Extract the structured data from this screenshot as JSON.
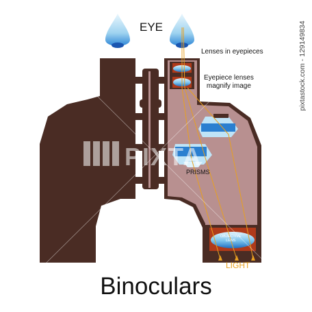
{
  "title": "Binoculars",
  "labels": {
    "eye": "EYE",
    "lenses_in_eyepieces": "Lenses in eyepieces",
    "eyepiece_magnify_line1": "Eyepiece lenses",
    "eyepiece_magnify_line2": "magnify image",
    "prisms": "PRISMS",
    "objective_line1": "OBJECTIVE",
    "objective_line2": "LENS",
    "light": "LIGHT"
  },
  "watermark": {
    "text": "PIXTA",
    "credit": "pixtastock.com - 129149834"
  },
  "colors": {
    "body_brown": "#4a2c24",
    "cutaway_pink": "#b89090",
    "lens_blue": "#2a7fd0",
    "lens_highlight": "#bfe4f7",
    "lens_mount_red": "#b03a1a",
    "light_ray": "#e8a020"
  }
}
